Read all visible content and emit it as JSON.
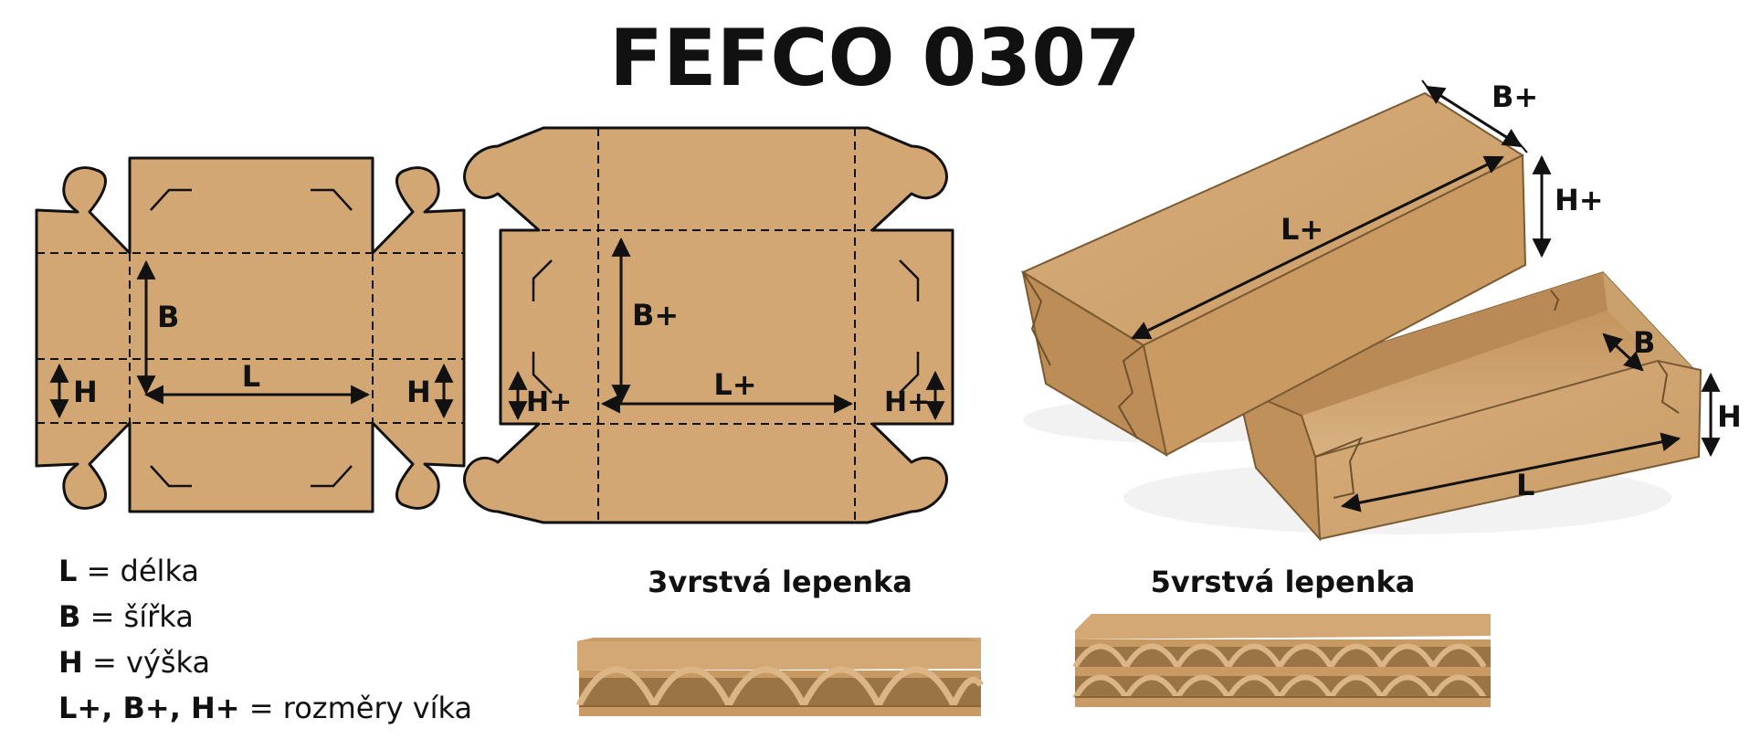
{
  "title": "FEFCO 0307",
  "colors": {
    "cardboard": "#d2a774",
    "cardboard_dark": "#b98d57",
    "cardboard_light": "#dcb587",
    "outline": "#111111"
  },
  "dieline_base": {
    "labels": {
      "length": "L",
      "width": "B",
      "height_left": "H",
      "height_right": "H"
    }
  },
  "dieline_lid": {
    "labels": {
      "length": "L+",
      "width": "B+",
      "height_left": "H+",
      "height_right": "H+"
    }
  },
  "box_3d": {
    "lid_labels": {
      "width": "B+",
      "height": "H+",
      "length": "L+"
    },
    "base_labels": {
      "width": "B",
      "height": "H",
      "length": "L"
    }
  },
  "legend": [
    {
      "key": "L",
      "sep": " = ",
      "desc": "délka"
    },
    {
      "key": "B",
      "sep": " = ",
      "desc": "šířka"
    },
    {
      "key": "H",
      "sep": " = ",
      "desc": "výška"
    },
    {
      "key": "L+, B+, H+",
      "sep": " = ",
      "desc": "rozměry víka"
    }
  ],
  "board_samples": [
    {
      "caption": "3vrstvá lepenka",
      "icon": "three-layer-corrugated-board-icon"
    },
    {
      "caption": "5vrstvá lepenka",
      "icon": "five-layer-corrugated-board-icon"
    }
  ]
}
